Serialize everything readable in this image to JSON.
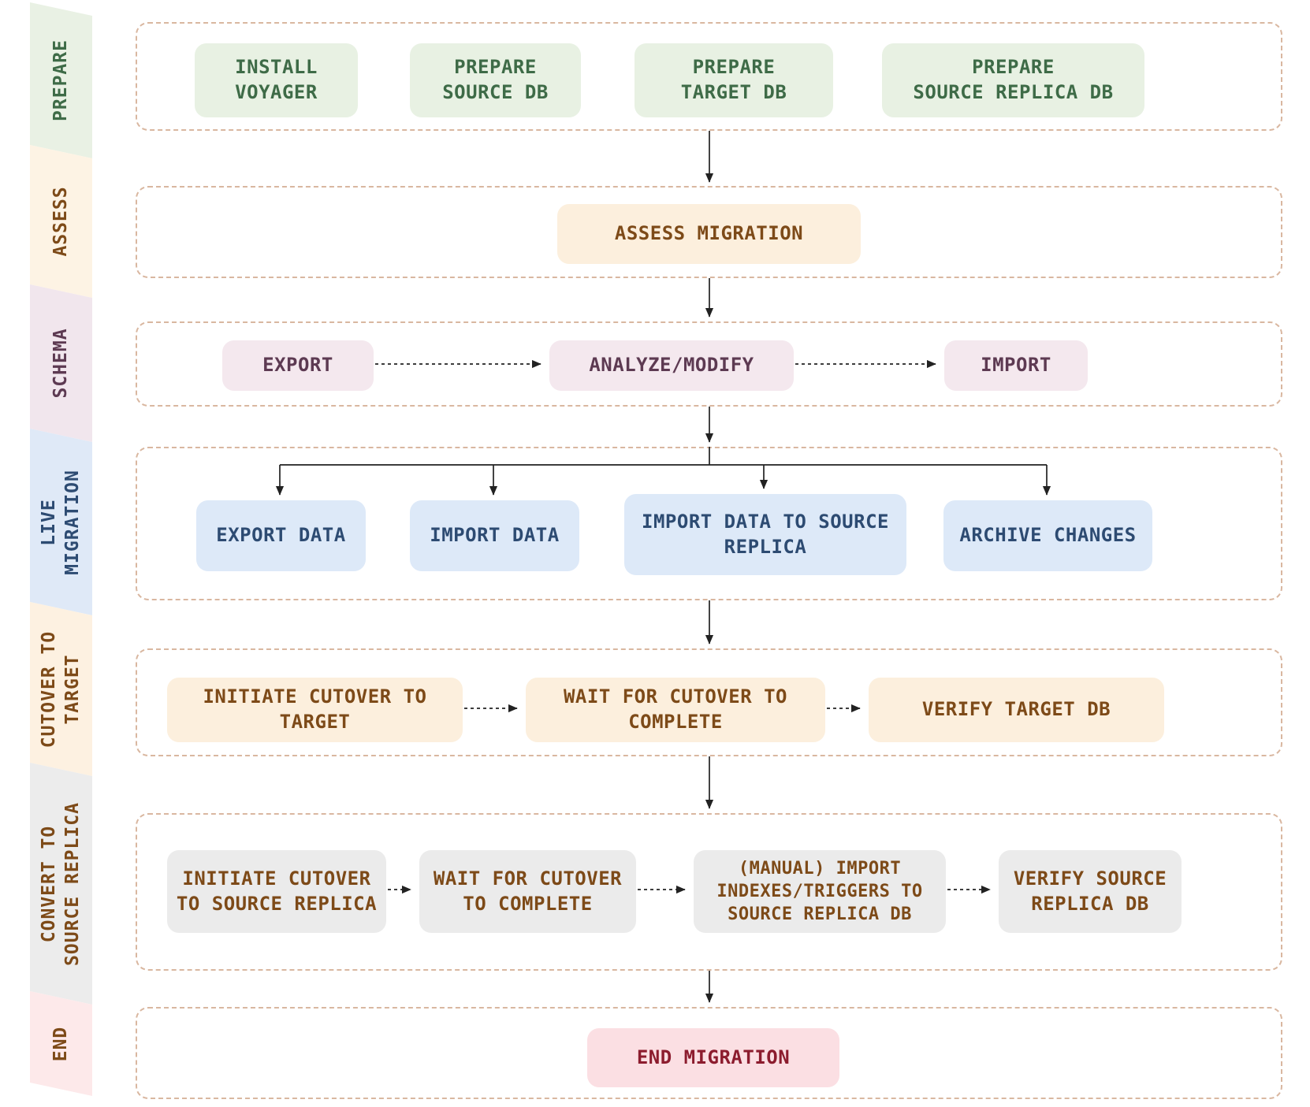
{
  "sidebar": {
    "phases": [
      {
        "id": "prepare",
        "label": "PREPARE"
      },
      {
        "id": "assess",
        "label": "ASSESS"
      },
      {
        "id": "schema",
        "label": "SCHEMA"
      },
      {
        "id": "live-migration",
        "label": "LIVE\nMIGRATION"
      },
      {
        "id": "cutover-to-target",
        "label": "CUTOVER TO\nTARGET"
      },
      {
        "id": "convert-to-source-replica",
        "label": "CONVERT TO\nSOURCE REPLICA"
      },
      {
        "id": "end",
        "label": "END"
      }
    ]
  },
  "rows": [
    {
      "id": "prepare",
      "steps": [
        {
          "label": "INSTALL\nVOYAGER"
        },
        {
          "label": "PREPARE\nSOURCE DB"
        },
        {
          "label": "PREPARE\nTARGET DB"
        },
        {
          "label": "PREPARE\nSOURCE REPLICA DB"
        }
      ]
    },
    {
      "id": "assess",
      "steps": [
        {
          "label": "ASSESS MIGRATION"
        }
      ]
    },
    {
      "id": "schema",
      "steps": [
        {
          "label": "EXPORT"
        },
        {
          "label": "ANALYZE/MODIFY"
        },
        {
          "label": "IMPORT"
        }
      ]
    },
    {
      "id": "live-migration",
      "steps": [
        {
          "label": "EXPORT DATA",
          "loop": true
        },
        {
          "label": "IMPORT DATA",
          "loop": true
        },
        {
          "label": "IMPORT DATA TO SOURCE\nREPLICA",
          "loop": true
        },
        {
          "label": "ARCHIVE CHANGES",
          "loop": true
        }
      ]
    },
    {
      "id": "cutover-to-target",
      "steps": [
        {
          "label": "INITIATE CUTOVER TO\nTARGET"
        },
        {
          "label": "WAIT FOR CUTOVER TO\nCOMPLETE"
        },
        {
          "label": "VERIFY TARGET DB"
        }
      ]
    },
    {
      "id": "convert-to-source-replica",
      "steps": [
        {
          "label": "INITIATE CUTOVER\nTO SOURCE REPLICA"
        },
        {
          "label": "WAIT FOR CUTOVER\nTO COMPLETE"
        },
        {
          "label": "(MANUAL) IMPORT\nINDEXES/TRIGGERS TO\nSOURCE REPLICA DB"
        },
        {
          "label": "VERIFY SOURCE\nREPLICA DB"
        }
      ]
    },
    {
      "id": "end",
      "steps": [
        {
          "label": "END MIGRATION"
        }
      ]
    }
  ],
  "palette": {
    "prepare_box_bg": "#e8f1e3",
    "prepare_text": "#3e6b47",
    "assess_box_bg": "#fcefdd",
    "assess_text": "#7d4a18",
    "schema_box_bg": "#f4e8ee",
    "schema_text": "#5d3a52",
    "live_box_bg": "#dde9f8",
    "live_text": "#2d4b72",
    "cutover_box_bg": "#fcefdd",
    "cutover_text": "#7d4a18",
    "convert_box_bg": "#ebebeb",
    "convert_text": "#7d4a18",
    "end_box_bg": "#fbdfe3",
    "end_text": "#8c1c2e",
    "row_border": "#d9b7a0",
    "arrow": "#222222",
    "loop_icon": "#141414"
  }
}
